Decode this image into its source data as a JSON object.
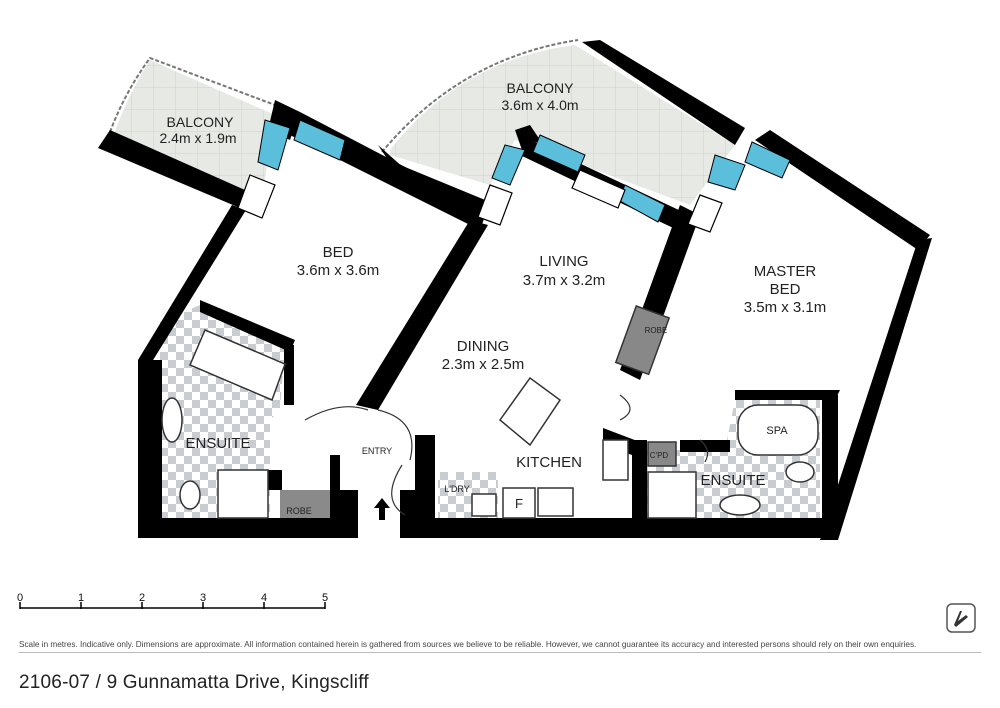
{
  "rooms": {
    "balcony_left": {
      "name": "BALCONY",
      "dims": "2.4m x 1.9m"
    },
    "balcony_mid": {
      "name": "BALCONY",
      "dims": "3.6m x 4.0m"
    },
    "bed": {
      "name": "BED",
      "dims": "3.6m x 3.6m"
    },
    "living": {
      "name": "LIVING",
      "dims": "3.7m x 3.2m"
    },
    "master_bed": {
      "name_line1": "MASTER",
      "name_line2": "BED",
      "dims": "3.5m x 3.1m"
    },
    "dining": {
      "name": "DINING",
      "dims": "2.3m x 2.5m"
    },
    "ensuite_left": {
      "name": "ENSUITE"
    },
    "ensuite_right": {
      "name": "ENSUITE"
    },
    "entry": {
      "name": "ENTRY"
    },
    "kitchen": {
      "name": "KITCHEN"
    },
    "laundry": {
      "name": "L'DRY"
    },
    "robe_left": {
      "name": "ROBE"
    },
    "robe_master": {
      "name": "ROBE"
    },
    "cupboard": {
      "name": "C'PD"
    },
    "spa": {
      "name": "SPA"
    },
    "fridge": {
      "name": "F"
    }
  },
  "scale": {
    "ticks": [
      "0",
      "1",
      "2",
      "3",
      "4",
      "5"
    ]
  },
  "disclaimer": "Scale in metres. Indicative only. Dimensions are approximate. All information contained herein is gathered from sources we believe to be reliable. However, we cannot guarantee its accuracy and interested persons should rely on their own enquiries.",
  "address": "2106-07 / 9 Gunnamatta Drive, Kingscliff",
  "colors": {
    "wall": "#000000",
    "window": "#5bbfdc",
    "balcony": "#e8ebe6",
    "tile_a": "#cfd3d6",
    "tile_b": "#ffffff"
  },
  "icons": {
    "logo": "floorplan-logo-icon",
    "entry_arrow": "arrow-up-icon"
  }
}
